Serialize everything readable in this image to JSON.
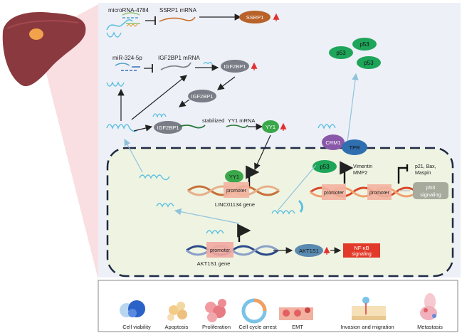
{
  "top": {
    "mirna1": "microRNA-4784",
    "ssrp1_mrna": "SSRP1 mRNA",
    "ssrp1": "SSRP1",
    "mirna2": "miR-324-5p",
    "igf2bp1_mrna": "IGF2BP1 mRNA",
    "igf2bp1": "IGF2BP1",
    "stabilized": "stabilized",
    "yy1_mrna": "YY1 mRNA",
    "yy1": "YY1",
    "p53": "p53"
  },
  "nucleus": {
    "crm1": "CRM1",
    "tpr": "TPR",
    "p53": "p53",
    "vimentin": "Vimentin",
    "mmp2": "MMP2",
    "p21": "p21, Bax,",
    "maspin": "Maspin",
    "p53_signaling_1": "p53",
    "p53_signaling_2": "signaling",
    "yy1": "YY1",
    "promoter": "promoter",
    "linc_gene": "LINC01134 gene",
    "akt_gene": "AKT1S1 gene",
    "akt1s1": "AKT1S1",
    "nfkb_1": "NF-κB",
    "nfkb_2": "signaling"
  },
  "outcomes": [
    "Cell viability",
    "Apoptosis",
    "Proliferation",
    "Cell cycle arrest",
    "EMT",
    "Invasion and migration",
    "Metastasis"
  ],
  "colors": {
    "bg_panel": "#eef0f8",
    "nucleus_fill": "#eff4e2",
    "ssrp1": "#b8622a",
    "igf2bp1": "#7a7d86",
    "yy1": "#3aa84a",
    "p53": "#1ea55a",
    "crm1": "#8a58a8",
    "tpr": "#2f6fb0",
    "akt1s1": "#5a8ab0",
    "nfkb": "#e23a2a",
    "liver": "#8a3a3e",
    "up_arrow": "#e03030"
  }
}
